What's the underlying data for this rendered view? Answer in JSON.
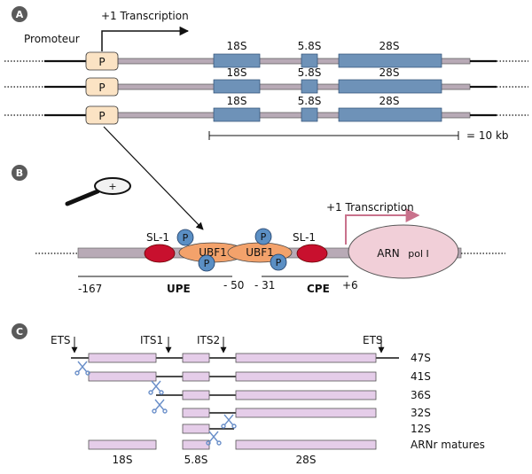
{
  "panelA": {
    "letter": "A",
    "promoter_label": "Promoteur",
    "transcription_label": "+1 Transcription",
    "promoter_box": "P",
    "gene_labels": {
      "s18": "18S",
      "s58": "5.8S",
      "s28": "28S"
    },
    "scale_label": "= 10 kb"
  },
  "panelB": {
    "letter": "B",
    "transcription_label": "+1 Transcription",
    "sl1_left": "SL-1",
    "sl1_right": "SL-1",
    "ubf1_a": "UBF1",
    "ubf1_b": "UBF1",
    "phospho": "P",
    "magnifier_plus": "+",
    "pol": {
      "main": "ARN",
      "sub": "pol I"
    },
    "pos_m167": "-167",
    "pos_m50": "- 50",
    "pos_m31": "- 31",
    "pos_p6": "+6",
    "upe": "UPE",
    "cpe": "CPE"
  },
  "panelC": {
    "letter": "C",
    "ets_left": "ETS",
    "its1": "ITS1",
    "its2": "ITS2",
    "ets_right": "ETS",
    "rows": [
      "47S",
      "41S",
      "36S",
      "32S",
      "12S",
      "ARNr matures"
    ],
    "bottom": {
      "s18": "18S",
      "s58": "5.8S",
      "s28": "28S"
    }
  },
  "colors": {
    "gene_blue": "#6e92b8",
    "promoter_fill": "#fbe3c4",
    "backbone": "#b8aab6",
    "sl1_red": "#c8102e",
    "ubf1_orange": "#f3a26b",
    "p_circle": "#5b8fc4",
    "pol_pink": "#f1cfd8",
    "arrow_pink": "#c9728c",
    "rna_lilac": "#e5cde9",
    "panel_badge": "#5a5a5a"
  }
}
